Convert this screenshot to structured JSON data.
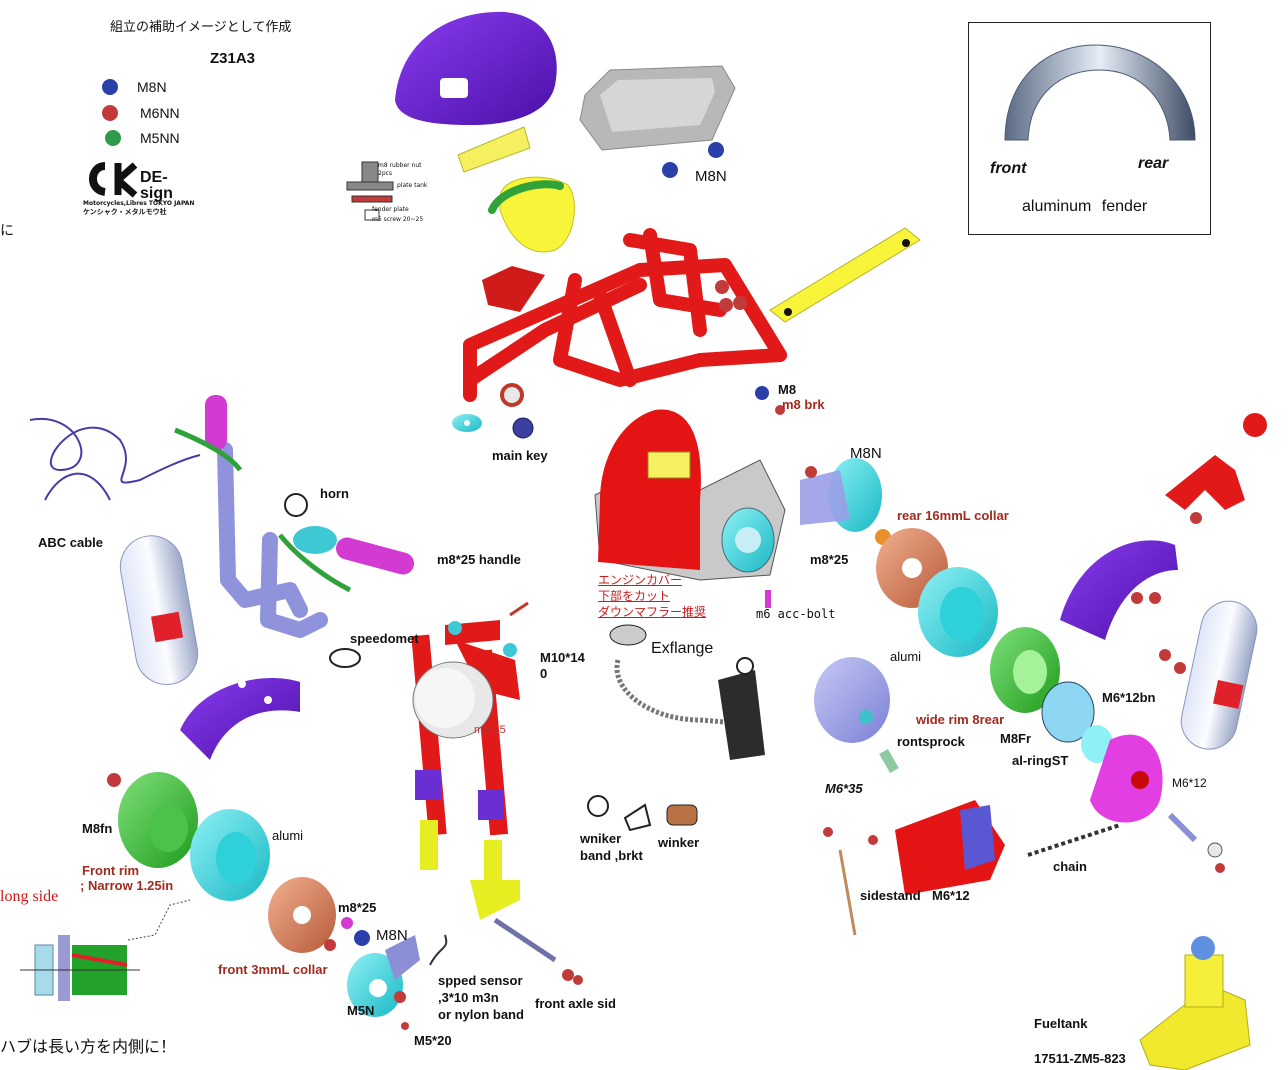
{
  "header": {
    "note_jp": "組立の補助イメージとして作成",
    "model": "Z31A3",
    "legend": [
      {
        "label": "M8N",
        "color": "#2a3fa8"
      },
      {
        "label": "M6NN",
        "color": "#c23b3b"
      },
      {
        "label": "M5NN",
        "color": "#2e9a4a"
      }
    ],
    "logo_text": "CKDESIGN",
    "logo_sub1": "Motorcycles,Libres TOKYO JAPAN",
    "logo_sub2": "ケンシャク・メタルモウ社",
    "edge_char": "に"
  },
  "fender_box": {
    "front": "front",
    "rear": "rear",
    "caption": "aluminum fender"
  },
  "tank_note": {
    "line1": "m8 rubber nut",
    "line2": "2pcs",
    "line3": "plate tank",
    "line4": "fender plate",
    "line5": "m5 screw 20~25"
  },
  "labels": {
    "m8n_top": "M8N",
    "m8": "M8",
    "m8_brk": "m8 brk",
    "main_key": "main key",
    "horn": "horn",
    "abc_cable": "ABC cable",
    "m8_25_handle": "m8*25 handle",
    "speedomet": "speedomet",
    "m10_14": "M10*14",
    "m10_14_b": "0",
    "m6_15": "m6*15",
    "m8n_right": "M8N",
    "rear_collar": "rear 16mmL collar",
    "m8_25_right": "m8*25",
    "engine_cover_1": "エンジンカバー",
    "engine_cover_2": "下部をカット",
    "engine_cover_3": "ダウンマフラー推奨",
    "m6_acc_bolt": "m6 acc-bolt",
    "exflange": "Exflange",
    "alumi_right": "alumi",
    "wide_rim": "wide rim 8rear",
    "m8fr": "M8Fr",
    "rontsprock": "rontsprock",
    "m6_12bn": "M6*12bn",
    "al_ringst": "al-ringST",
    "m6_12": "M6*12",
    "m6_35": "M6*35",
    "chain": "chain",
    "sidestand": "sidestand",
    "sidestand_m6": "M6*12",
    "wniker_band": "wniker",
    "wniker_band2": "band ,brkt",
    "winker": "winker",
    "m8fn": "M8fn",
    "front_rim": "Front rim",
    "front_rim2": "; Narrow 1.25in",
    "long_side": "long side",
    "alumi_left": "alumi",
    "m8_25_left": "m8*25",
    "m8n_left": "M8N",
    "front_collar": "front 3mmL collar",
    "speed_sensor": "spped sensor",
    "speed_sensor2": ",3*10 m3n",
    "speed_sensor3": "or nylon band",
    "front_axle": "front axle sid",
    "m5n": "M5N",
    "m5_20": "M5*20",
    "bottom_jp": "ハブは長い方を内側に！",
    "fueltank": "Fueltank",
    "fueltank_pn": "17511-ZM5-823"
  }
}
